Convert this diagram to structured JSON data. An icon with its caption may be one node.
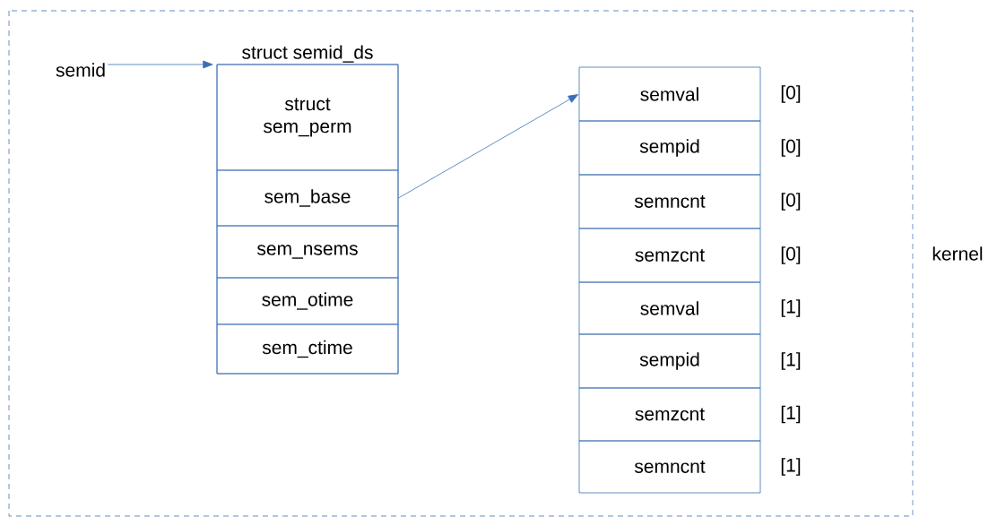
{
  "diagram": {
    "nodes": [
      {
        "text": [
          "kernel"
        ]
      },
      {
        "text": [
          "semid"
        ],
        "in": 0
      },
      {
        "text": [
          "struct semid_ds"
        ],
        "in": 0
      },
      {
        "text": [
          "struct sem_perm"
        ],
        "in": 2
      },
      {
        "text": [
          "sem_base"
        ],
        "in": 2
      },
      {
        "text": [
          "sem_nsems"
        ],
        "in": 2
      },
      {
        "text": [
          "sem_otime"
        ],
        "in": 2
      },
      {
        "text": [
          "sem_ctime"
        ],
        "in": 2
      },
      {
        "text": [
          "semval"
        ],
        "beside": [
          "[0]"
        ],
        "in": 0
      },
      {
        "text": [
          "sempid"
        ],
        "beside": [
          "[0]"
        ],
        "in": 0
      },
      {
        "text": [
          "semncnt"
        ],
        "beside": [
          "[0]"
        ],
        "in": 0
      },
      {
        "text": [
          "semzcnt"
        ],
        "beside": [
          "[0]"
        ],
        "in": 0
      },
      {
        "text": [
          "semval"
        ],
        "beside": [
          "[1]"
        ],
        "in": 0
      },
      {
        "text": [
          "sempid"
        ],
        "beside": [
          "[1]"
        ],
        "in": 0
      },
      {
        "text": [
          "semzcnt"
        ],
        "beside": [
          "[1]"
        ],
        "in": 0
      },
      {
        "text": [
          "semncnt"
        ],
        "beside": [
          "[1]"
        ],
        "in": 0
      }
    ],
    "edges": [
      {
        "from": 1,
        "to": 2,
        "arrow": "to"
      },
      {
        "from": 4,
        "to": 8,
        "arrow": "to"
      }
    ]
  }
}
